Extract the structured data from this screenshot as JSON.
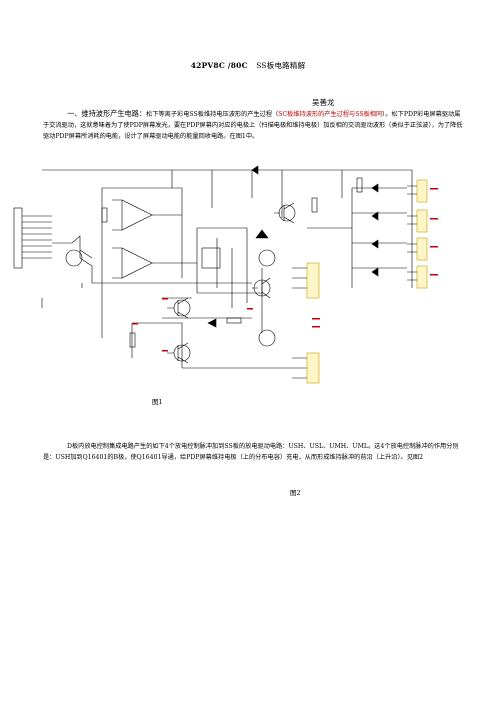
{
  "doc": {
    "title_main": "42PV8C /80C",
    "title_sub": "SS板电路精解",
    "author": "吴善龙",
    "p1_lead": "一、维持波形产生电路：",
    "p1_a": "松下等离子彩电SS板维持电压波形的产生过程（",
    "p1_hl": "SC板维持波形的产生过程与SS板相同",
    "p1_b": "）。松下PDP彩电屏幕驱动属于交流驱动，这就意味着为了使PDP屏幕发光，要在PDP屏幕内对应的电极上（扫描电极和维持电极）加反相的交流驱动波形（类似于正弦波），为了降低驱动PDP屏幕所消耗的电能，设计了屏幕驱动电能的能量回收电路。在图1中。",
    "fig1_caption": "图1",
    "p2": "D板内放电控制集成电路产生的如下4个放电控制脉冲加到SS板的放电驱动电路：USH、USL、UMH、UML。这4个放电控制脉冲的作用分别是：USH加到Q16401的B极，使Q16401导通，给PDP屏幕维持电极（上的分布电容）充电，从而形成维持脉冲的前沿（上升沿）。见图2",
    "fig2_caption": "图2"
  },
  "colors": {
    "wire": "#000000",
    "red_label": "#c00000",
    "connector_fill": "#fff6c8",
    "connector_stroke": "#c8a000"
  }
}
